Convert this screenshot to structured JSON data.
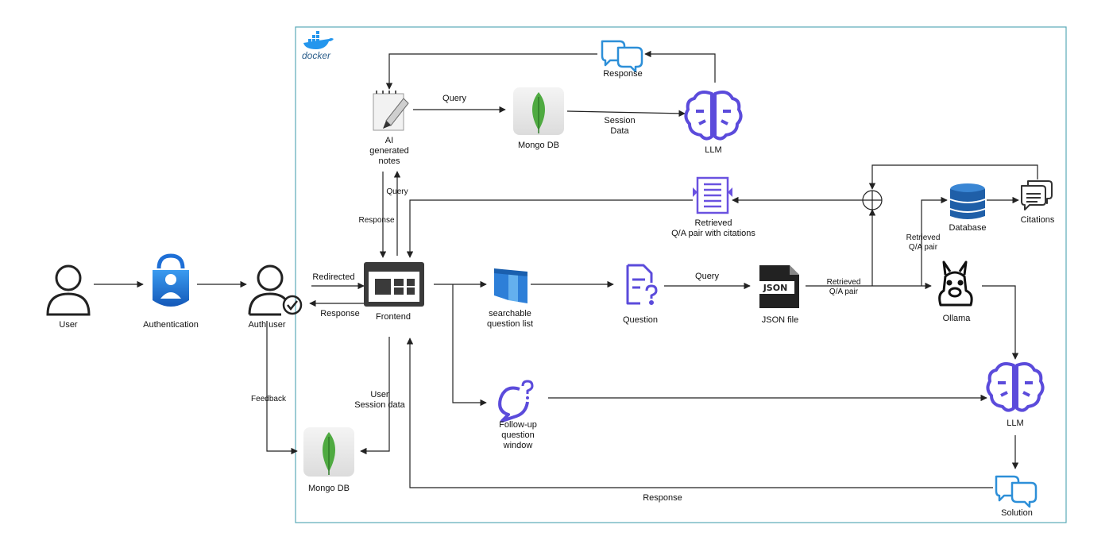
{
  "container": {
    "label": "docker"
  },
  "nodes": {
    "user": "User",
    "authentication": "Authentication",
    "auth_user": "Auth user",
    "frontend": "Frontend",
    "ai_notes": [
      "AI",
      "generated",
      "notes"
    ],
    "mongo_top": "Mongo DB",
    "llm_top": "LLM",
    "response_top": "Response",
    "retrieved_pair": [
      "Retrieved",
      "Q/A pair with citations"
    ],
    "database": "Database",
    "citations": "Citations",
    "searchable_list": [
      "searchable",
      "question list"
    ],
    "question": "Question",
    "json_file": "JSON file",
    "ollama": "Ollama",
    "llm_right": "LLM",
    "solution": "Solution",
    "followup": [
      "Follow-up",
      "question",
      "window"
    ],
    "mongo_bottom": "Mongo DB"
  },
  "edge_labels": {
    "redirected": "Redirected",
    "response_auth": "Response",
    "feedback": "Feedback",
    "query_notes_up": "Query",
    "response_notes_down": "Response",
    "query_to_mongo": "Query",
    "session_data": [
      "Session",
      "Data"
    ],
    "user_session": [
      "User",
      "Session data"
    ],
    "query_json": "Query",
    "retrieved_json": [
      "Retrieved",
      "Q/A pair"
    ],
    "retrieved_db": [
      "Retrieved",
      "Q/A pair"
    ],
    "response_bottom": "Response"
  },
  "colors": {
    "container_border": "#5aa9b8",
    "docker_blue": "#2496ed",
    "mongo_green": "#4faa41",
    "llm_purple": "#5b4bdb",
    "auth_blue": "#1e6fd6",
    "dark_icon": "#3a3a3a",
    "db_blue": "#1f5fa8",
    "chat_blue": "#2d8fd8"
  }
}
